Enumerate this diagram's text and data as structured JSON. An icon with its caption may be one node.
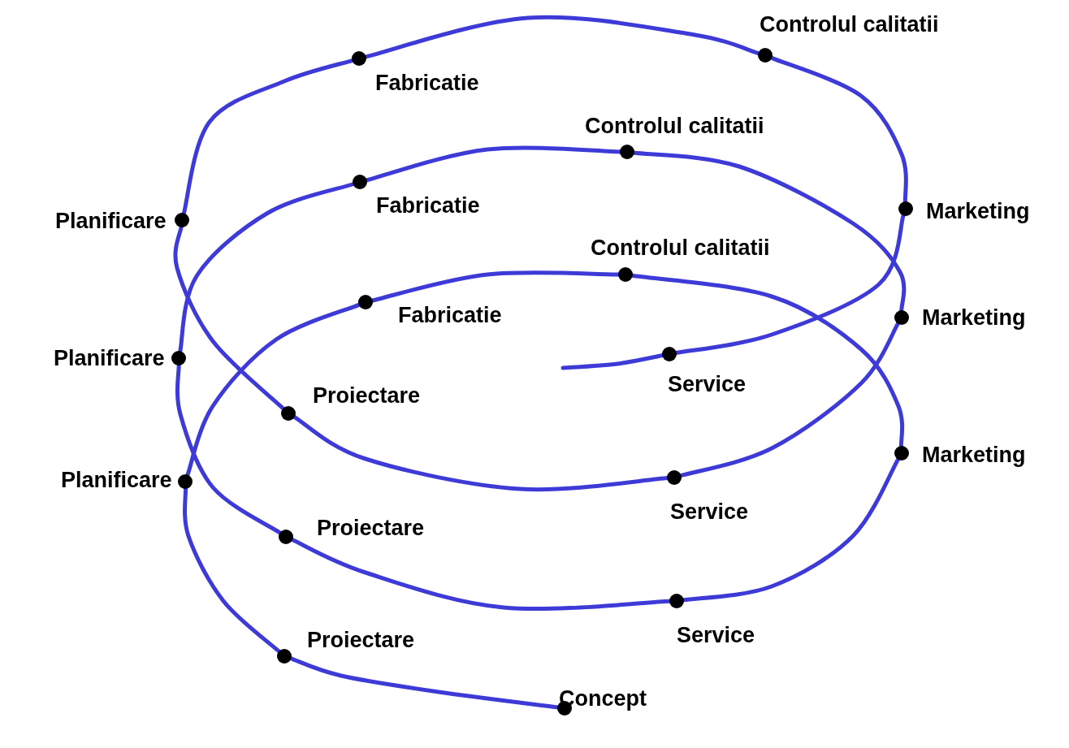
{
  "diagram": {
    "nodes": [
      {
        "text": [
          "Concept"
        ]
      },
      {
        "text": [
          "Proiectare"
        ]
      },
      {
        "text": [
          "Planificare"
        ]
      },
      {
        "text": [
          "Fabricatie"
        ]
      },
      {
        "text": [
          "Controlul calitatii"
        ]
      },
      {
        "text": [
          "Marketing"
        ]
      },
      {
        "text": [
          "Service"
        ]
      },
      {
        "text": [
          "Proiectare"
        ]
      },
      {
        "text": [
          "Planificare"
        ]
      },
      {
        "text": [
          "Fabricatie"
        ]
      },
      {
        "text": [
          "Controlul calitatii"
        ]
      },
      {
        "text": [
          "Marketing"
        ]
      },
      {
        "text": [
          "Service"
        ]
      },
      {
        "text": [
          "Proiectare"
        ]
      },
      {
        "text": [
          "Planificare"
        ]
      },
      {
        "text": [
          "Fabricatie"
        ]
      },
      {
        "text": [
          "Controlul calitatii"
        ]
      },
      {
        "text": [
          "Marketing"
        ]
      },
      {
        "text": [
          "Service"
        ]
      }
    ],
    "edges": [
      {
        "from": 0,
        "to": 1,
        "arrow": "none"
      },
      {
        "from": 1,
        "to": 2,
        "arrow": "none"
      },
      {
        "from": 2,
        "to": 3,
        "arrow": "none"
      },
      {
        "from": 3,
        "to": 4,
        "arrow": "none"
      },
      {
        "from": 4,
        "to": 5,
        "arrow": "none"
      },
      {
        "from": 5,
        "to": 6,
        "arrow": "none"
      },
      {
        "from": 6,
        "to": 7,
        "arrow": "none"
      },
      {
        "from": 7,
        "to": 8,
        "arrow": "none"
      },
      {
        "from": 8,
        "to": 9,
        "arrow": "none"
      },
      {
        "from": 9,
        "to": 10,
        "arrow": "none"
      },
      {
        "from": 10,
        "to": 11,
        "arrow": "none"
      },
      {
        "from": 11,
        "to": 12,
        "arrow": "none"
      },
      {
        "from": 12,
        "to": 13,
        "arrow": "none"
      },
      {
        "from": 13,
        "to": 14,
        "arrow": "none"
      },
      {
        "from": 14,
        "to": 15,
        "arrow": "none"
      },
      {
        "from": 15,
        "to": 16,
        "arrow": "none"
      },
      {
        "from": 16,
        "to": 17,
        "arrow": "none"
      },
      {
        "from": 17,
        "to": 18,
        "arrow": "none"
      },
      {
        "from": 18,
        "to": null,
        "arrow": "none"
      }
    ]
  }
}
